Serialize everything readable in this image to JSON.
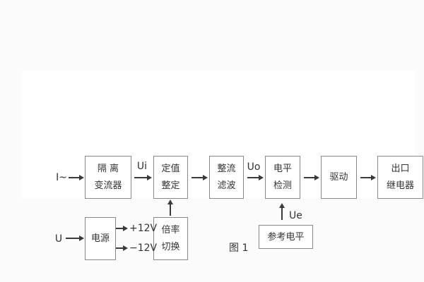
{
  "figure": {
    "caption": "图 1"
  },
  "colors": {
    "page_background": "#fbfbfb",
    "panel_background": "#ffffff",
    "box_border": "#888888",
    "line_color": "#3a3a3a",
    "text_color": "#333333"
  },
  "inputs": {
    "current": "I~",
    "voltage": "U"
  },
  "signals": {
    "ui": "Ui",
    "uo": "Uo",
    "ue": "Ue",
    "plus_12v": "+12V",
    "minus_12v": "−12V"
  },
  "nodes": {
    "isolation_transformer": {
      "line1": "隔 离",
      "line2": "变流器"
    },
    "setting_adjustment": {
      "line1": "定值",
      "line2": "整定"
    },
    "rectify_filter": {
      "line1": "整流",
      "line2": "滤波"
    },
    "level_detection": {
      "line1": "电平",
      "line2": "检测"
    },
    "driver": {
      "line1": "驱动"
    },
    "output_relay": {
      "line1": "出口",
      "line2": "继电器"
    },
    "power_supply": {
      "line1": "电源"
    },
    "multiplier_switch": {
      "line1": "倍率",
      "line2": "切换"
    },
    "reference_level": {
      "line1": "参考电平"
    }
  }
}
